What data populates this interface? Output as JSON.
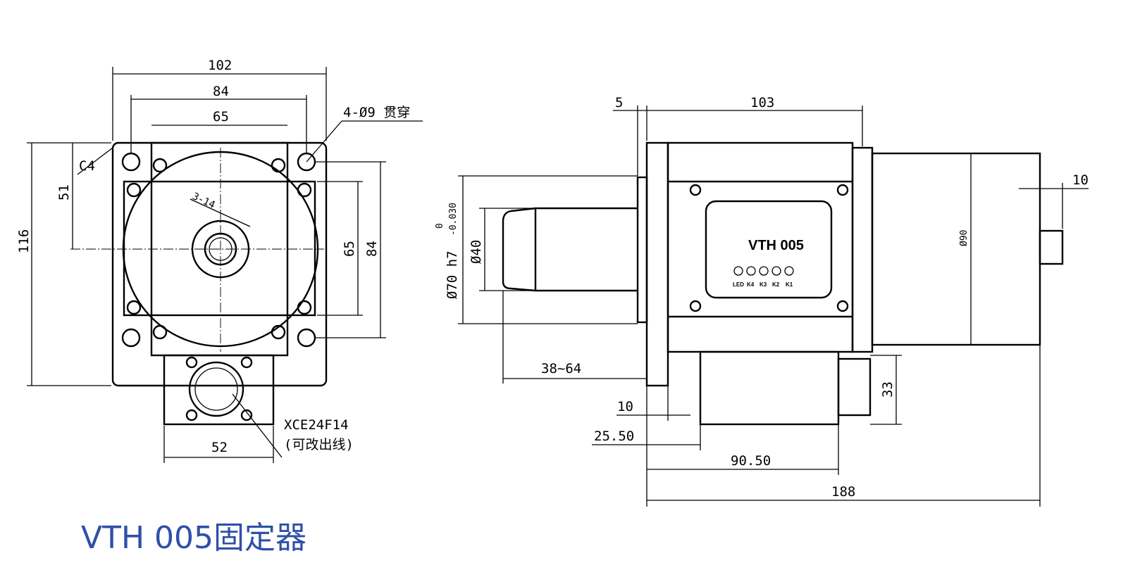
{
  "title": "VTH 005固定器",
  "front_view": {
    "dim_102": "102",
    "dim_84": "84",
    "dim_65": "65",
    "holes": "4-Ø9 贯穿",
    "chamfer": "C4",
    "dim_51": "51",
    "dim_116": "116",
    "dim_65v": "65",
    "dim_84v": "84",
    "thread": "3-14",
    "dim_52": "52",
    "connector": "XCE24F14",
    "connector_note": "(可改出线)"
  },
  "side_view": {
    "dim_5": "5",
    "dim_103": "103",
    "dim_10_top": "10",
    "dia_90": "Ø90",
    "dia_70": "Ø70 h7",
    "tol_upper": "0",
    "tol_lower": "-0.030",
    "dia_40": "Ø40",
    "range": "38~64",
    "dim_10": "10",
    "dim_25_50": "25.50",
    "dim_90_50": "90.50",
    "dim_188": "188",
    "dim_33": "33",
    "plate_label": "VTH 005",
    "leds": [
      "LED",
      "K4",
      "K3",
      "K2",
      "K1"
    ]
  }
}
